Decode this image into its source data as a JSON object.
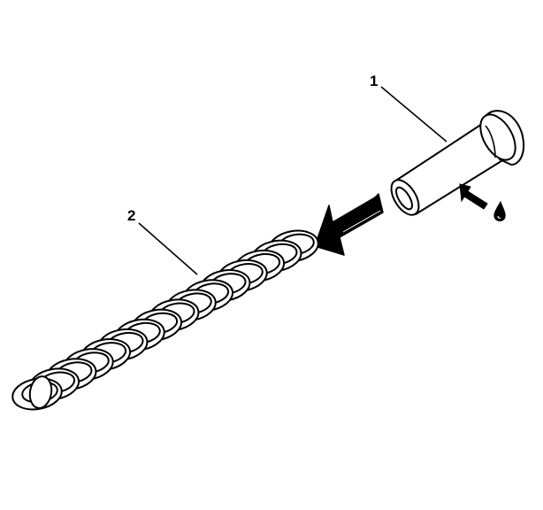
{
  "callouts": [
    {
      "number": "1",
      "part": "pin"
    },
    {
      "number": "2",
      "part": "spring"
    }
  ],
  "icons": {
    "install_arrow": "direction-arrow-icon",
    "lubricate": "oil-drop-icon"
  },
  "colors": {
    "line": "#000000",
    "background": "#ffffff"
  }
}
